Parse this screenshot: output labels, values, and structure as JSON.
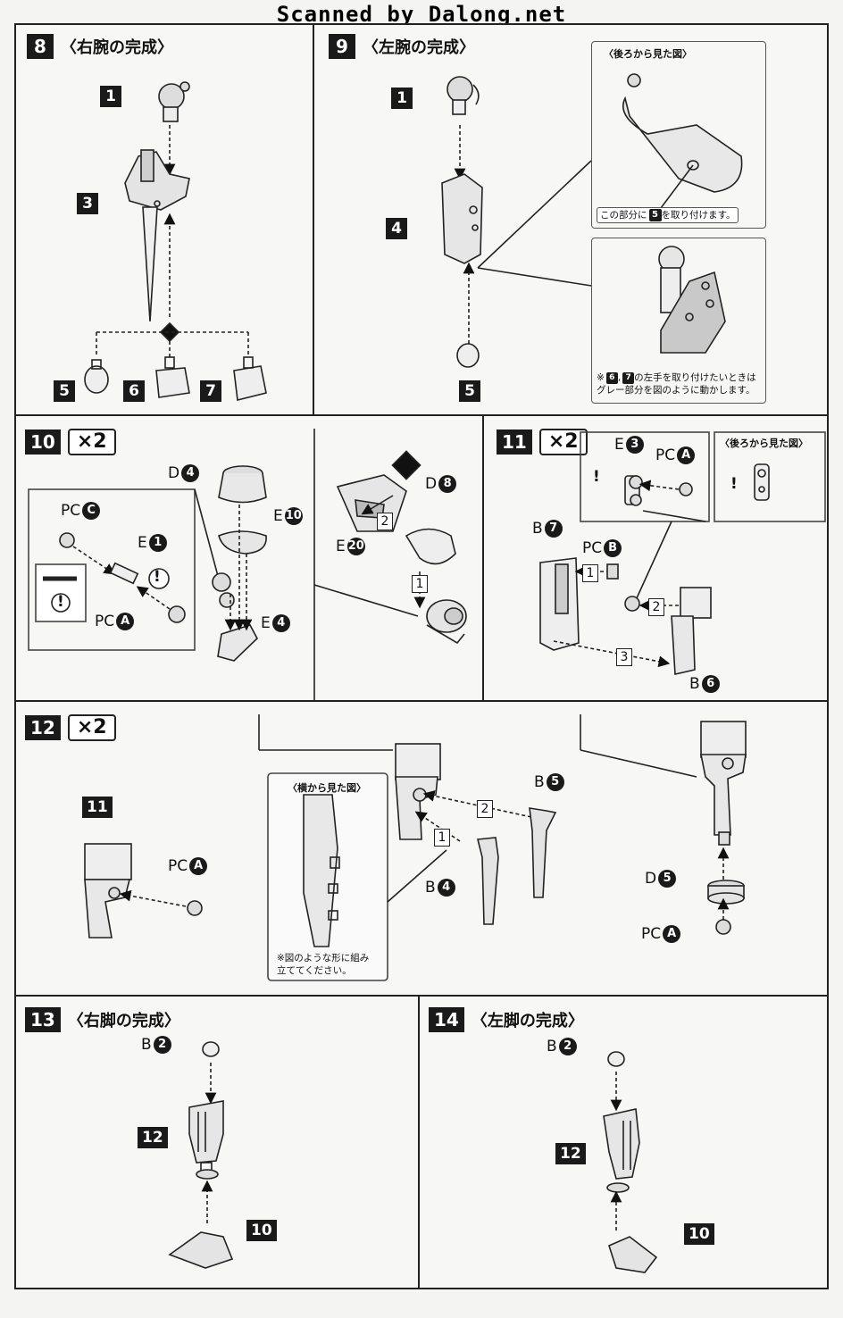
{
  "watermark": "Scanned by Dalong.net",
  "steps": [
    {
      "num": "8",
      "title": "〈右腕の完成〉"
    },
    {
      "num": "9",
      "title": "〈左腕の完成〉"
    },
    {
      "num": "10",
      "multiplier": "×2"
    },
    {
      "num": "11",
      "multiplier": "×2"
    },
    {
      "num": "12",
      "multiplier": "×2"
    },
    {
      "num": "13",
      "title": "〈右脚の完成〉"
    },
    {
      "num": "14",
      "title": "〈左脚の完成〉"
    }
  ],
  "step8": {
    "parts": [
      "1",
      "3",
      "5",
      "6",
      "7"
    ]
  },
  "step9": {
    "parts": [
      "1",
      "4",
      "5"
    ],
    "back_view_title": "〈後ろから見た図〉",
    "attach_note_pre": "この部分に",
    "attach_note_num": "5",
    "attach_note_post": "を取り付けます。",
    "left_hand_note_l1": "※",
    "left_hand_note_n1": "6",
    "left_hand_note_comma": ",",
    "left_hand_note_n2": "7",
    "left_hand_note_l1b": "の左手を取り付けたいときは",
    "left_hand_note_l2": "グレー部分を図のように動かします。"
  },
  "step10": {
    "labels": {
      "pc_c": "PC",
      "pc_c_letter": "C",
      "e1": "E",
      "e1_num": "1",
      "pc_a": "PC",
      "pc_a_letter": "A",
      "d4": "D",
      "d4_num": "4",
      "e10": "E",
      "e10_num": "10",
      "e4": "E",
      "e4_num": "4",
      "d8": "D",
      "d8_num": "8",
      "e20": "E",
      "e20_num": "20"
    },
    "seq": [
      "2",
      "1"
    ],
    "warn": "!"
  },
  "step11": {
    "labels": {
      "e3": "E",
      "e3_num": "3",
      "pc_a": "PC",
      "pc_a_letter": "A",
      "b7": "B",
      "b7_num": "7",
      "pc_b": "PC",
      "pc_b_letter": "B",
      "b6": "B",
      "b6_num": "6"
    },
    "back_view_title": "〈後ろから見た図〉",
    "seq": [
      "1",
      "2",
      "3"
    ],
    "warn": "!"
  },
  "step12": {
    "part": "11",
    "labels": {
      "pc_a": "PC",
      "pc_a_letter": "A",
      "b5": "B",
      "b5_num": "5",
      "b4": "B",
      "b4_num": "4",
      "d5": "D",
      "d5_num": "5",
      "pc_a2": "PC",
      "pc_a2_letter": "A"
    },
    "side_view_title": "〈横から見た図〉",
    "side_note_l1": "※図のような形に組み",
    "side_note_l2": "立ててください。",
    "seq": [
      "2",
      "1"
    ]
  },
  "step13": {
    "labels": {
      "b2": "B",
      "b2_num": "2"
    },
    "parts": [
      "12",
      "10"
    ]
  },
  "step14": {
    "labels": {
      "b2": "B",
      "b2_num": "2"
    },
    "parts": [
      "12",
      "10"
    ]
  }
}
